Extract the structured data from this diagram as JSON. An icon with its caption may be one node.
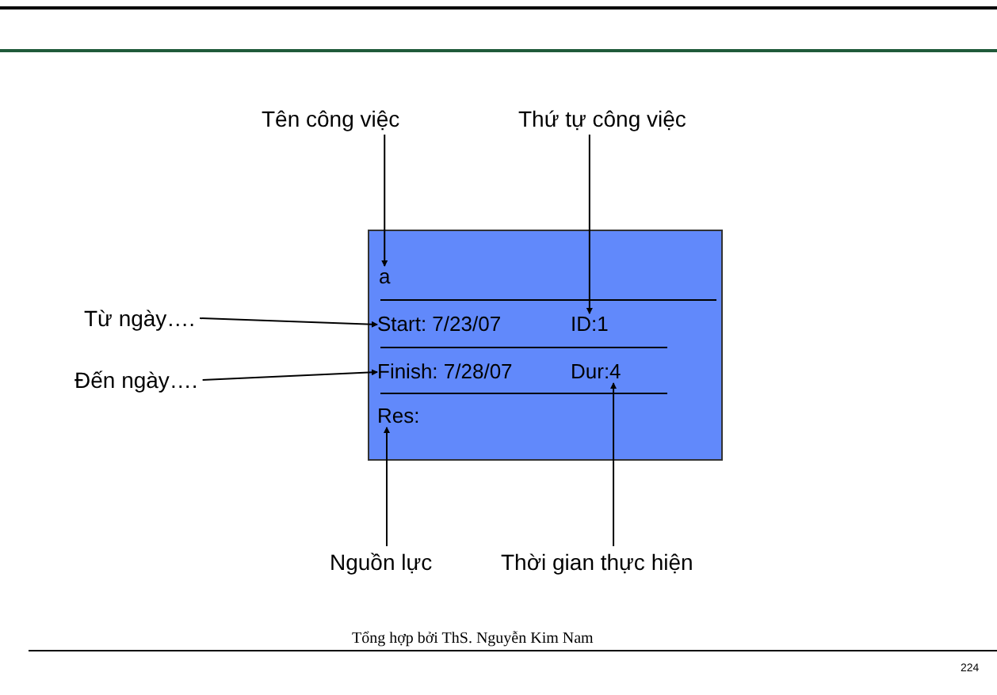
{
  "diagram": {
    "nodes": [
      {
        "text": [],
        "shape": "box"
      },
      {
        "text": [
          "a"
        ],
        "in": 0
      },
      {
        "text": [
          "Start: 7/23/07"
        ],
        "in": 0
      },
      {
        "text": [
          "ID:1"
        ],
        "in": 0
      },
      {
        "text": [
          "Finish: 7/28/07"
        ],
        "in": 0
      },
      {
        "text": [
          "Dur:4"
        ],
        "in": 0
      },
      {
        "text": [
          "Res:"
        ],
        "in": 0
      },
      {
        "text": [
          "Tên công việc"
        ]
      },
      {
        "text": [
          "Thứ tự công việc"
        ]
      },
      {
        "text": [
          "Từ ngày…."
        ]
      },
      {
        "text": [
          "Đến ngày…."
        ]
      },
      {
        "text": [
          "Nguồn lực"
        ]
      },
      {
        "text": [
          "Thời gian thực hiện"
        ]
      }
    ],
    "edges": [
      {
        "from": 7,
        "to": 1,
        "arrow": "to"
      },
      {
        "from": 8,
        "to": 3,
        "arrow": "to"
      },
      {
        "from": 9,
        "to": 2,
        "arrow": "to"
      },
      {
        "from": 10,
        "to": 4,
        "arrow": "to"
      },
      {
        "from": 11,
        "to": 6,
        "arrow": "to"
      },
      {
        "from": 12,
        "to": 5,
        "arrow": "to"
      }
    ],
    "labels": [
      "Tổng hợp bởi ThS. Nguyễn Kim Nam",
      "224"
    ]
  }
}
